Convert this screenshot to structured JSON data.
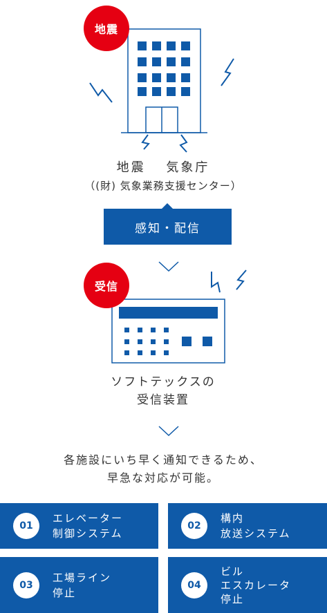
{
  "badges": {
    "earthquake": "地震",
    "receive": "受信"
  },
  "source": {
    "line1": "地震　 気象庁",
    "line2": "（(財) 気象業務支援センター）"
  },
  "sense": {
    "label": "感知・配信"
  },
  "receiver": {
    "line1": "ソフトテックスの",
    "line2": "受信装置"
  },
  "summary": {
    "line1": "各施設にいち早く通知できるため、",
    "line2": "早急な対応が可能。"
  },
  "services": [
    {
      "num": "01",
      "label": "エレベーター\n制御システム"
    },
    {
      "num": "02",
      "label": "構内\n放送システム"
    },
    {
      "num": "03",
      "label": "工場ライン\n停止"
    },
    {
      "num": "04",
      "label": "ビル\nエスカレータ\n停止"
    }
  ],
  "colors": {
    "blue": "#0f5aa8",
    "red": "#e50012"
  }
}
